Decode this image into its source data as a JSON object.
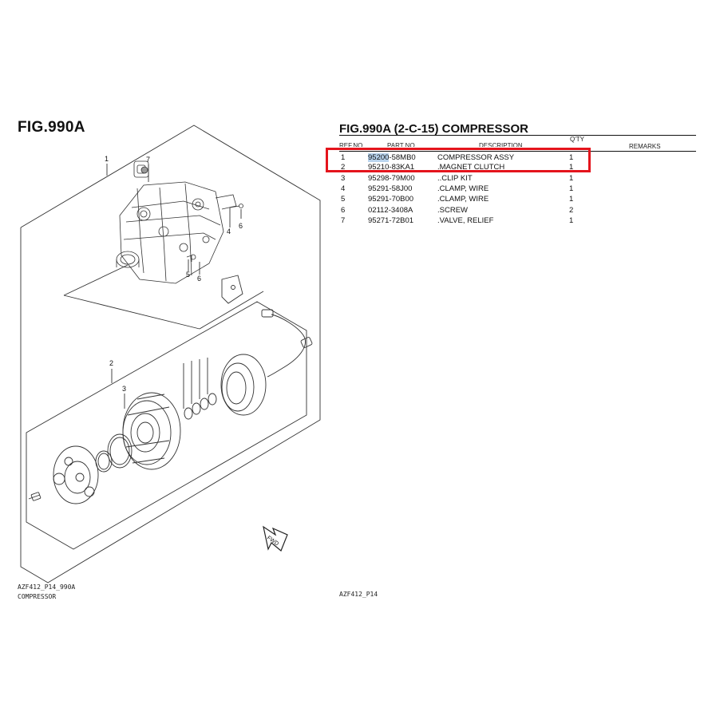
{
  "figure": {
    "title": "FIG.990A",
    "code": "AZF412_P14_990A",
    "name": "COMPRESSOR",
    "callouts": [
      "1",
      "2",
      "3",
      "4",
      "5",
      "6",
      "7",
      "4",
      "5",
      "6"
    ],
    "fwd_label": "FWD"
  },
  "parts_list": {
    "title": "FIG.990A (2-C-15) COMPRESSOR",
    "headers": {
      "ref_no": "REF.NO.",
      "part_no": "PART NO.",
      "description": "DESCRIPTION",
      "qty": "Q'TY",
      "remarks": "REMARKS"
    },
    "rows": [
      {
        "ref": "1",
        "part_prefix": "95200",
        "part_suffix": "-58MB0",
        "description": "COMPRESSOR ASSY",
        "qty": "1"
      },
      {
        "ref": "2",
        "part_no": "95210-83KA1",
        "description": ".MAGNET CLUTCH",
        "qty": "1"
      },
      {
        "ref": "3",
        "part_no": "95298-79M00",
        "description": "..CLIP KIT",
        "qty": "1"
      },
      {
        "ref": "4",
        "part_no": "95291-58J00",
        "description": ".CLAMP, WIRE",
        "qty": "1"
      },
      {
        "ref": "5",
        "part_no": "95291-70B00",
        "description": ".CLAMP, WIRE",
        "qty": "1"
      },
      {
        "ref": "6",
        "part_no": "02112-3408A",
        "description": ".SCREW",
        "qty": "2"
      },
      {
        "ref": "7",
        "part_no": "95271-72B01",
        "description": ".VALVE, RELIEF",
        "qty": "1"
      }
    ],
    "footer_code": "AZF412_P14"
  },
  "colors": {
    "highlight_box": "#e4141c",
    "text_highlight": "#b9d4ee",
    "line": "#333333"
  }
}
